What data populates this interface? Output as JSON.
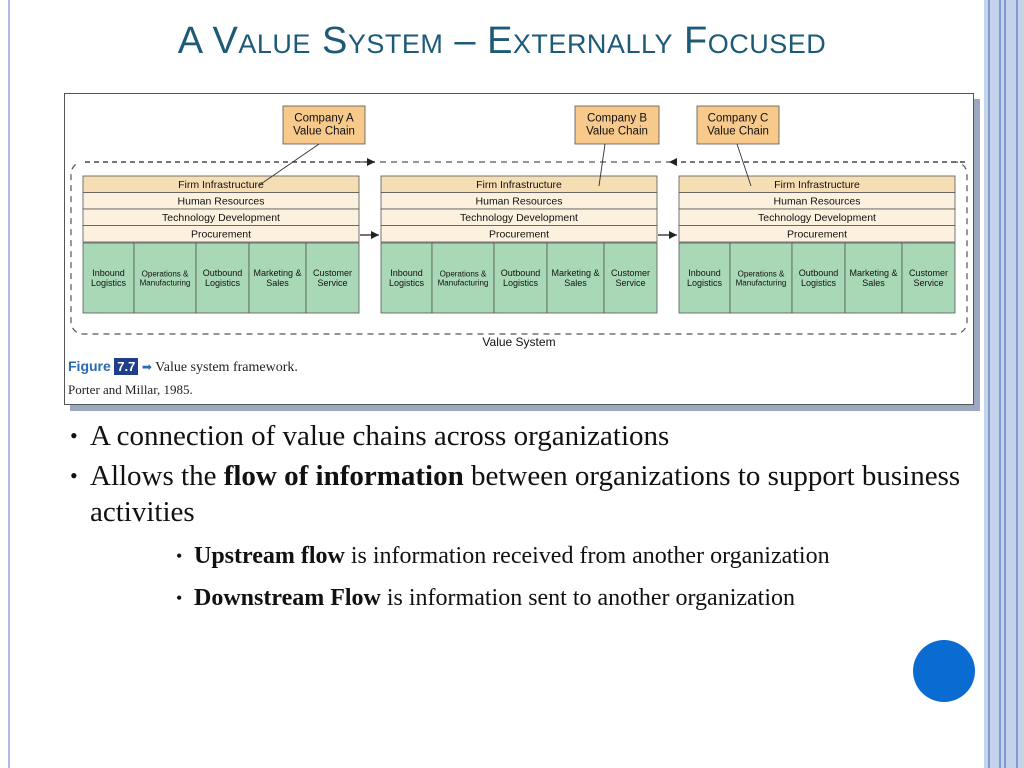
{
  "slide": {
    "title": "A Value System – Externally Focused",
    "accent_color": "#1d5a78",
    "circle_color": "#0a6bd1"
  },
  "figure": {
    "companies": [
      "Company A\nValue Chain",
      "Company B\nValue Chain",
      "Company C\nValue Chain"
    ],
    "support_rows": [
      "Firm Infrastructure",
      "Human Resources",
      "Technology Development",
      "Procurement"
    ],
    "primary_activities": [
      "Inbound\nLogistics",
      "Operations &\nManufacturing",
      "Outbound\nLogistics",
      "Marketing &\nSales",
      "Customer\nService"
    ],
    "system_label": "Value System",
    "caption_word": "Figure",
    "caption_number": "7.7",
    "caption_arrow": "➡",
    "caption_text": "Value system framework.",
    "source": "Porter and Millar, 1985.",
    "colors": {
      "support_header": "#f5deb3",
      "support_row": "#fbf1de",
      "primary": "#a8d8b5",
      "company_box": "#f7c98a"
    }
  },
  "bullets": {
    "b1": "A connection of value chains across organizations",
    "b2_pre": "Allows the ",
    "b2_bold": "flow of information",
    "b2_post": " between organizations to support business activities",
    "s1_bold": "Upstream flow",
    "s1_text": " is information received from another organization",
    "s2_bold": "Downstream Flow",
    "s2_text": " is information sent to another organization"
  }
}
